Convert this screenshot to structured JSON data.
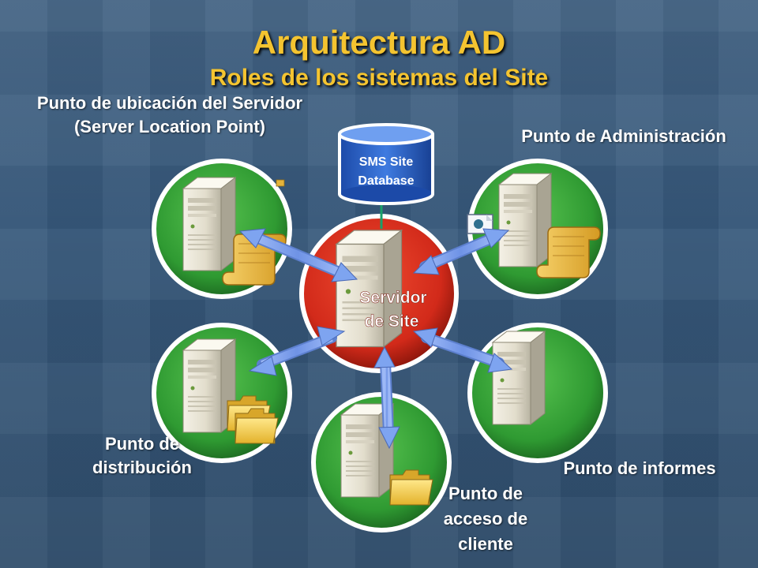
{
  "title": "Arquitectura AD",
  "subtitle": "Roles de los sistemas del  Site",
  "database": {
    "line1": "SMS Site",
    "line2": "Database"
  },
  "center": {
    "line1": "Servidor",
    "line2": "de Site"
  },
  "labels": {
    "slp_line1": "Punto de ubicación del Servidor",
    "slp_line2": "(Server Location Point)",
    "mp": "Punto de Administración",
    "dp_line1": "Punto de",
    "dp_line2": "distribución",
    "rp": "Punto de informes",
    "cap_line1": "Punto de",
    "cap_line2": "acceso de",
    "cap_line3": "cliente"
  },
  "colors": {
    "title": "#f4c430",
    "node_green": "#2f9a32",
    "node_red": "#d22a1a",
    "arrow": "#7ea4f0"
  }
}
